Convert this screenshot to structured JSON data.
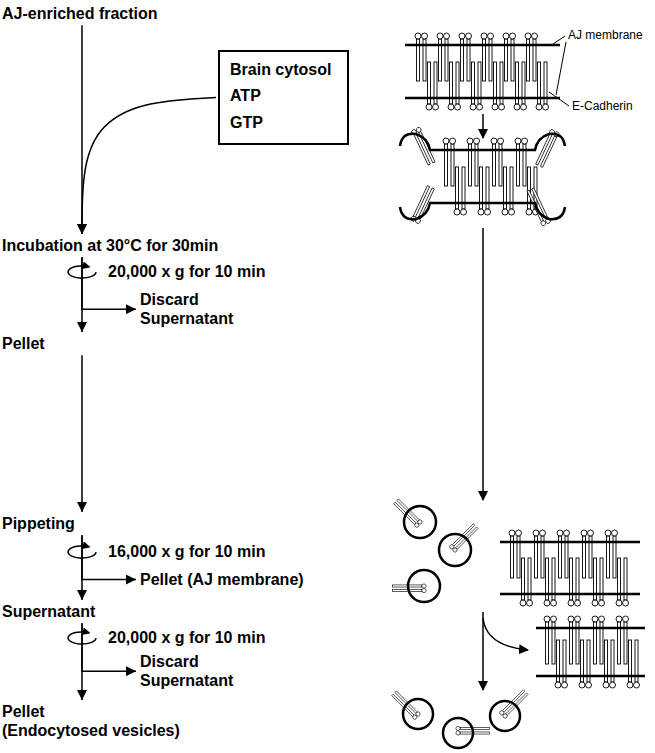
{
  "diagram": {
    "nodes": [
      {
        "text": [
          "AJ-enriched fraction"
        ]
      },
      {
        "text": [
          "Brain cytosol",
          "ATP",
          "GTP"
        ]
      },
      {
        "text": [
          "Incubation at 30°C for 30min"
        ]
      },
      {
        "text": [
          "Discard Supernatant"
        ]
      },
      {
        "text": [
          "Pellet"
        ]
      },
      {
        "text": [
          "Pippeting"
        ]
      },
      {
        "text": [
          "Pellet (AJ membrane)"
        ]
      },
      {
        "text": [
          "Supernatant"
        ]
      },
      {
        "text": [
          "Discard Supernatant"
        ]
      },
      {
        "text": [
          "Pellet",
          "(Endocytosed vesicles)"
        ]
      }
    ],
    "edges": [
      {
        "from": 0,
        "to": 2,
        "arrow": "to"
      },
      {
        "from": 1,
        "to": 2,
        "arrow": "to"
      },
      {
        "from": 2,
        "to": 4,
        "label": "20,000 x g for 10 min",
        "arrow": "to"
      },
      {
        "from": 2,
        "to": 3,
        "arrow": "to"
      },
      {
        "from": 4,
        "to": 5,
        "arrow": "to"
      },
      {
        "from": 5,
        "to": 7,
        "label": "16,000 x g for 10 min",
        "arrow": "to"
      },
      {
        "from": 5,
        "to": 6,
        "arrow": "to"
      },
      {
        "from": 7,
        "to": 9,
        "label": "20,000 x g for 10 min",
        "arrow": "to"
      },
      {
        "from": 7,
        "to": 8,
        "arrow": "to"
      }
    ],
    "labels": [
      "AJ membrane",
      "E-Cadherin"
    ]
  }
}
